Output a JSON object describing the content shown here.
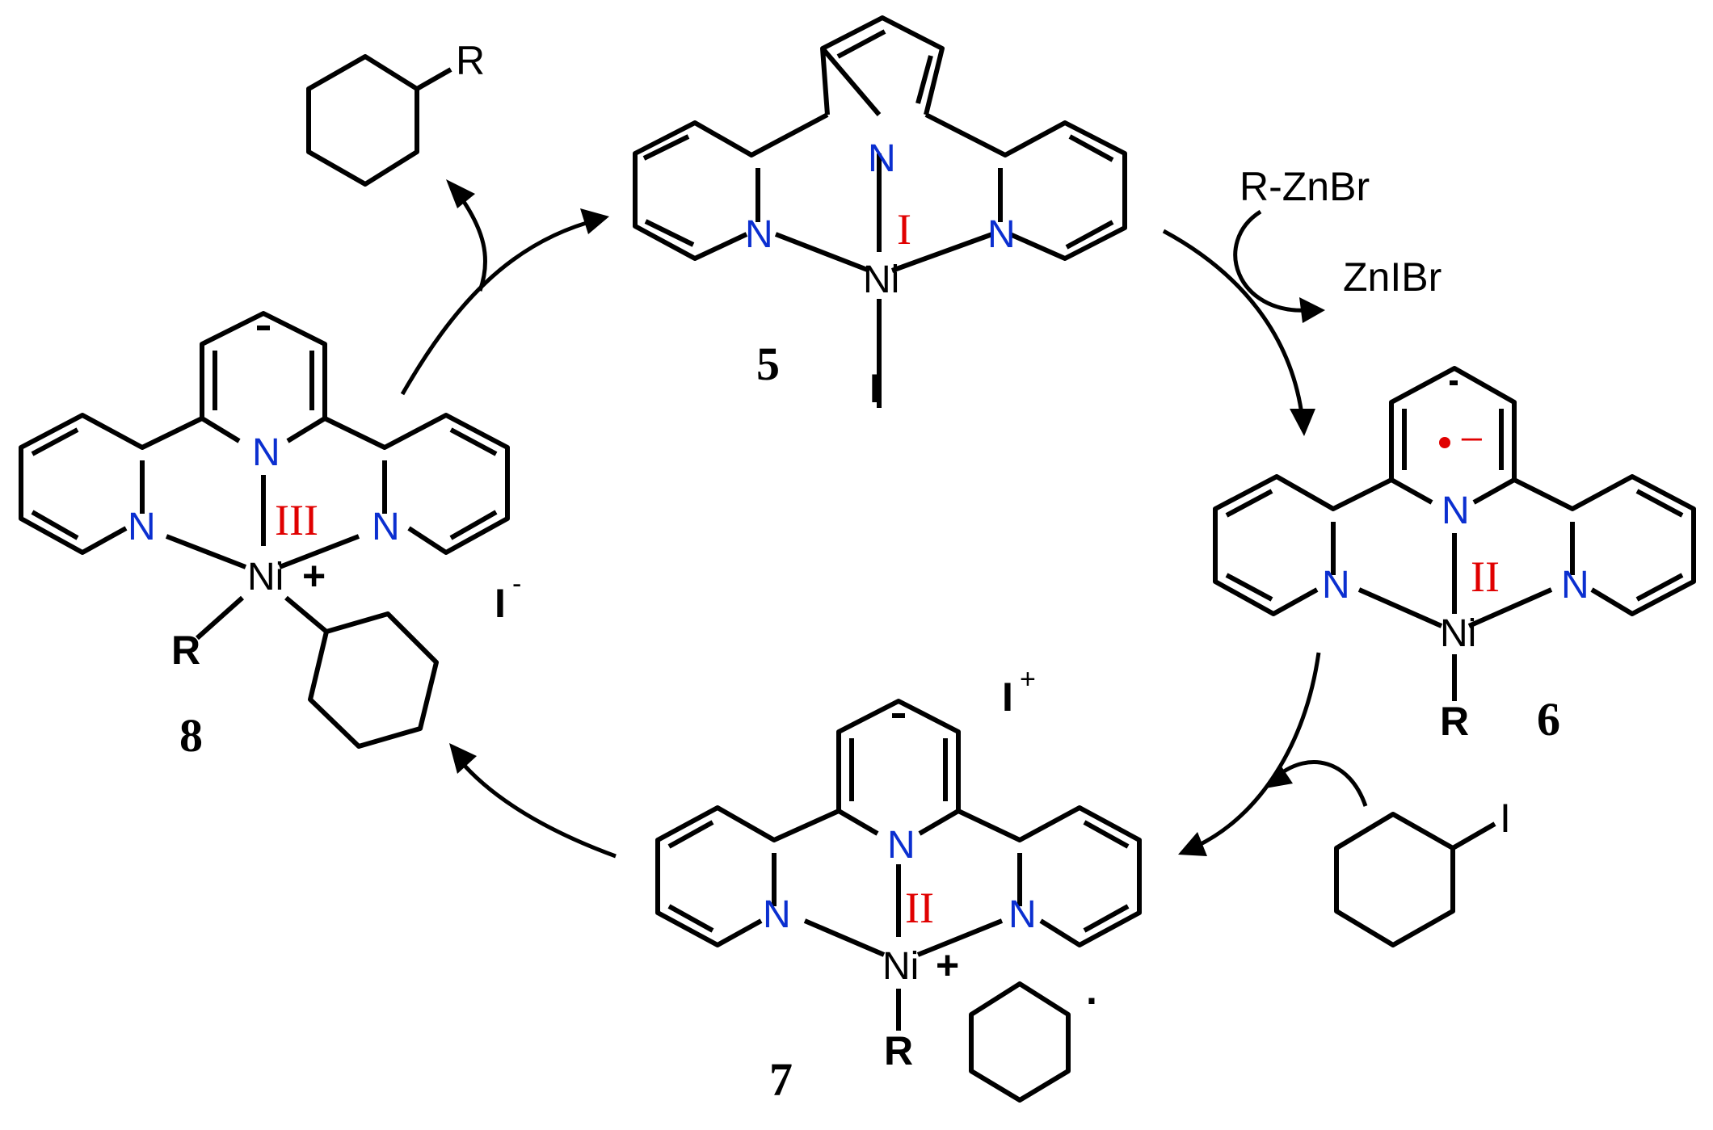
{
  "compounds": {
    "c5": {
      "number": "5",
      "oxidation_state": "I",
      "metal": "Ni",
      "donor": "N",
      "ligand": "I"
    },
    "c6": {
      "number": "6",
      "oxidation_state": "II",
      "metal": "Ni",
      "donor": "N",
      "ligand": "R",
      "radical_anion_mark": "−"
    },
    "c7": {
      "number": "7",
      "oxidation_state": "II",
      "metal": "Ni",
      "charge": "+",
      "donor": "N",
      "ligand": "R"
    },
    "c8": {
      "number": "8",
      "oxidation_state": "III",
      "metal": "Ni",
      "charge": "+",
      "donor": "N",
      "ligand": "R"
    }
  },
  "reagents": {
    "organozinc": "R-ZnBr",
    "zinc_byproduct": "ZnIBr",
    "alkyl_iodide_I": "I",
    "product_R": "R",
    "radical_dot": "·"
  },
  "counterions": {
    "iodide_8": {
      "symbol": "I",
      "charge": "-"
    },
    "iodonium_7": {
      "symbol": "I",
      "charge": "+"
    }
  },
  "colors": {
    "nitrogen": "#0b2fd0",
    "oxidation_state": "#e00000",
    "bond": "#000000",
    "radical_dot": "#e00000"
  }
}
